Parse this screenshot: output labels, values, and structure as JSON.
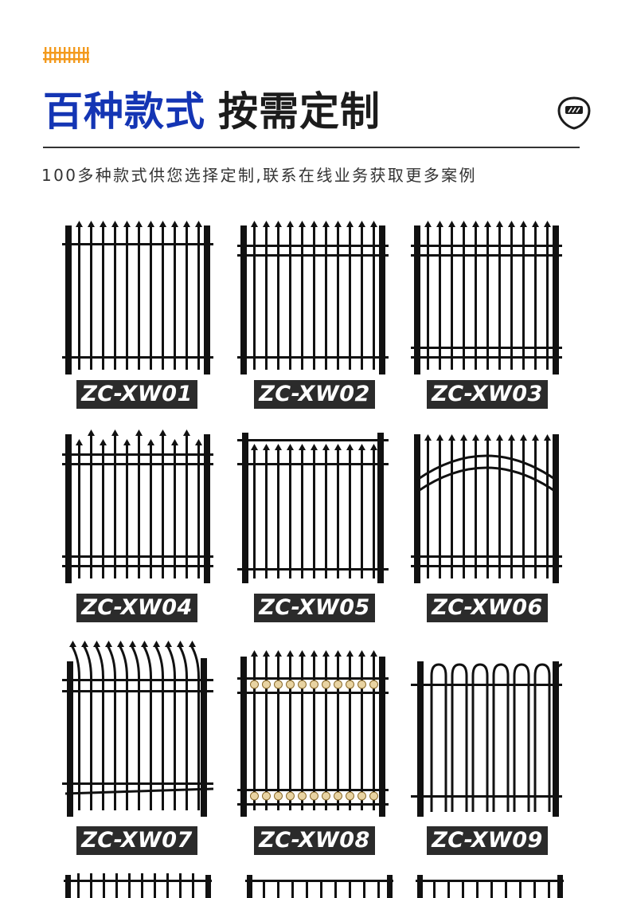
{
  "header": {
    "title_highlight": "百种款式",
    "title_rest": "按需定制",
    "subtitle": "100多种款式供您选择定制,联系在线业务获取更多案例",
    "accent_color": "#1435b4",
    "logo_color": "#f39a1d"
  },
  "products": [
    {
      "code": "ZC-XW01"
    },
    {
      "code": "ZC-XW02"
    },
    {
      "code": "ZC-XW03"
    },
    {
      "code": "ZC-XW04"
    },
    {
      "code": "ZC-XW05"
    },
    {
      "code": "ZC-XW06"
    },
    {
      "code": "ZC-XW07"
    },
    {
      "code": "ZC-XW08"
    },
    {
      "code": "ZC-XW09"
    }
  ]
}
